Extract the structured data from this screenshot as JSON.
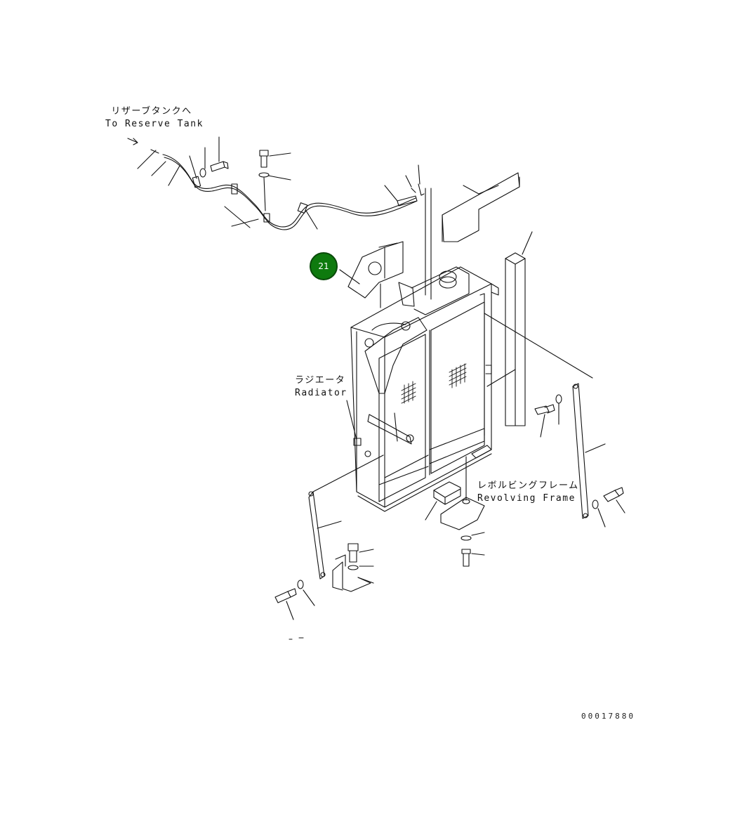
{
  "labels": {
    "reserve_tank_jp": "リザーブタンクへ",
    "reserve_tank_en": "To Reserve Tank",
    "radiator_jp": "ラジエータ",
    "radiator_en": "Radiator",
    "revolving_frame_jp": "レボルビングフレーム",
    "revolving_frame_en": "Revolving Frame"
  },
  "callout": {
    "number": "21",
    "color": "#0e7a0e"
  },
  "document_number": "00017880"
}
